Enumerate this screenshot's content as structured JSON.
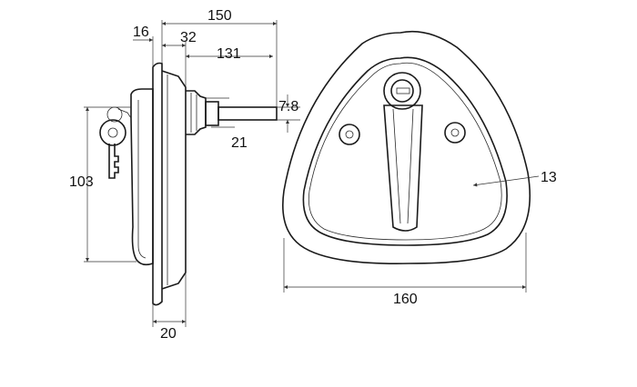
{
  "drawing": {
    "side_view": {
      "dims": {
        "overall_length": "150",
        "flange_thickness": "16",
        "body_depth": "32",
        "spindle_length": "131",
        "spindle_size": "7.8",
        "boss_diameter": "21",
        "handle_height": "103",
        "flange_depth": "20"
      }
    },
    "front_view": {
      "dims": {
        "width": "160",
        "edge_radius": "13"
      }
    }
  }
}
